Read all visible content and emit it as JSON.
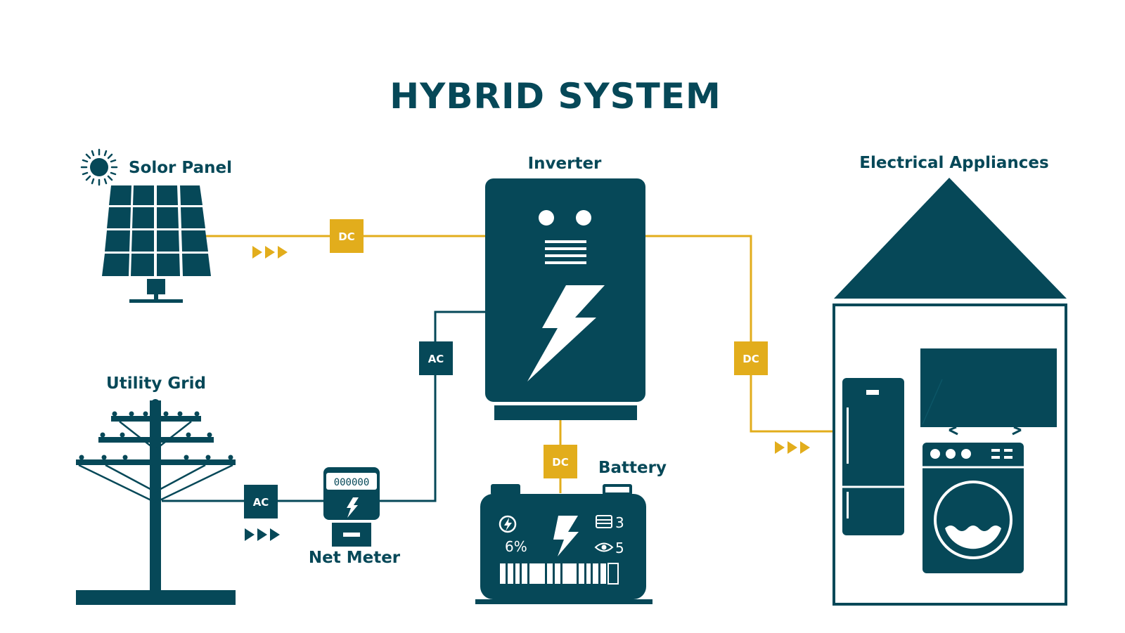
{
  "title": "HYBRID SYSTEM",
  "colors": {
    "primary": "#064858",
    "accent": "#e2ad1c",
    "background": "#ffffff"
  },
  "components": {
    "solar_panel": "Solor Panel",
    "inverter": "Inverter",
    "utility_grid": "Utility Grid",
    "net_meter": "Net Meter",
    "battery": "Battery",
    "appliances": "Electrical Appliances"
  },
  "connections": {
    "solar_to_inverter": "DC",
    "inverter_to_appliances": "DC",
    "inverter_to_battery": "DC",
    "meter_to_inverter": "AC",
    "grid_to_meter": "AC"
  },
  "net_meter_display": "000000",
  "battery_display": {
    "charge": "6%",
    "stat_a": "3",
    "stat_b": "5"
  },
  "icons": [
    "sun-icon",
    "lightning-icon",
    "flow-arrows-icon",
    "refrigerator-icon",
    "television-icon",
    "washing-machine-icon",
    "utility-pole-icon",
    "meter-icon",
    "battery-icon"
  ]
}
